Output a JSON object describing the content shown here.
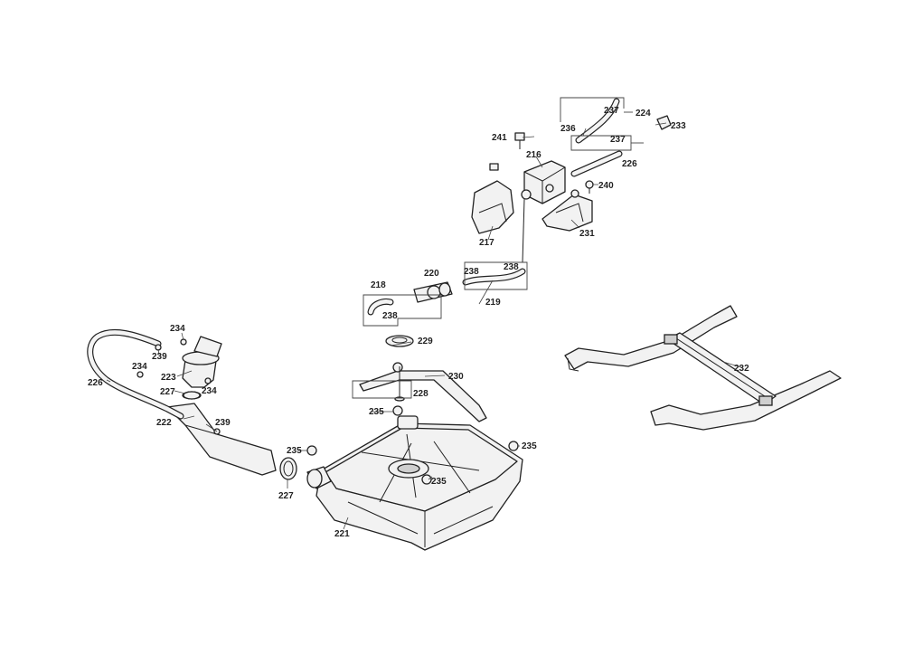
{
  "labels": {
    "p216": "216",
    "p217": "217",
    "p218": "218",
    "p219": "219",
    "p220": "220",
    "p221": "221",
    "p222": "222",
    "p223": "223",
    "p224": "224",
    "p226a": "226",
    "p226b": "226",
    "p227a": "227",
    "p227b": "227",
    "p228": "228",
    "p229": "229",
    "p230": "230",
    "p231": "231",
    "p232": "232",
    "p233": "233",
    "p234a": "234",
    "p234b": "234",
    "p234c": "234",
    "p235a": "235",
    "p235b": "235",
    "p235c": "235",
    "p235d": "235",
    "p236": "236",
    "p237a": "237",
    "p237b": "237",
    "p238a": "238",
    "p238b": "238",
    "p238c": "238",
    "p239a": "239",
    "p239b": "239",
    "p240": "240",
    "p241": "241"
  }
}
